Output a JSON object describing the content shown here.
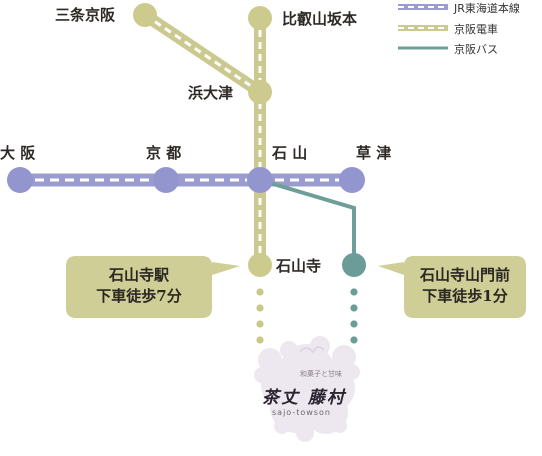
{
  "colors": {
    "jr_line": "#9a9ccf",
    "keihan_train": "#cbc98f",
    "keihan_bus": "#6e9e99",
    "station_node_jr": "#9395cf",
    "station_node_keihan": "#cccb8d",
    "station_node_bus": "#6c9c97",
    "callout_bg": "#cfce96",
    "logo_flower": "#e6deea"
  },
  "legend": {
    "jr": "JR東海道本線",
    "keihan_train": "京阪電車",
    "keihan_bus": "京阪バス"
  },
  "stations": {
    "sanjo_keihan": "三条京阪",
    "hieizan_sakamoto": "比叡山坂本",
    "hamaotsu": "浜大津",
    "osaka": "大 阪",
    "kyoto": "京 都",
    "ishiyama": "石 山",
    "kusatsu": "草 津",
    "ishiyamadera": "石山寺"
  },
  "callouts": {
    "left": {
      "line1": "石山寺駅",
      "line2": "下車徒歩7分"
    },
    "right": {
      "line1": "石山寺山門前",
      "line2": "下車徒歩1分"
    }
  },
  "logo": {
    "tagline": "和菓子と甘味",
    "name": "茶丈 藤村",
    "romaji": "sajo-towson"
  }
}
